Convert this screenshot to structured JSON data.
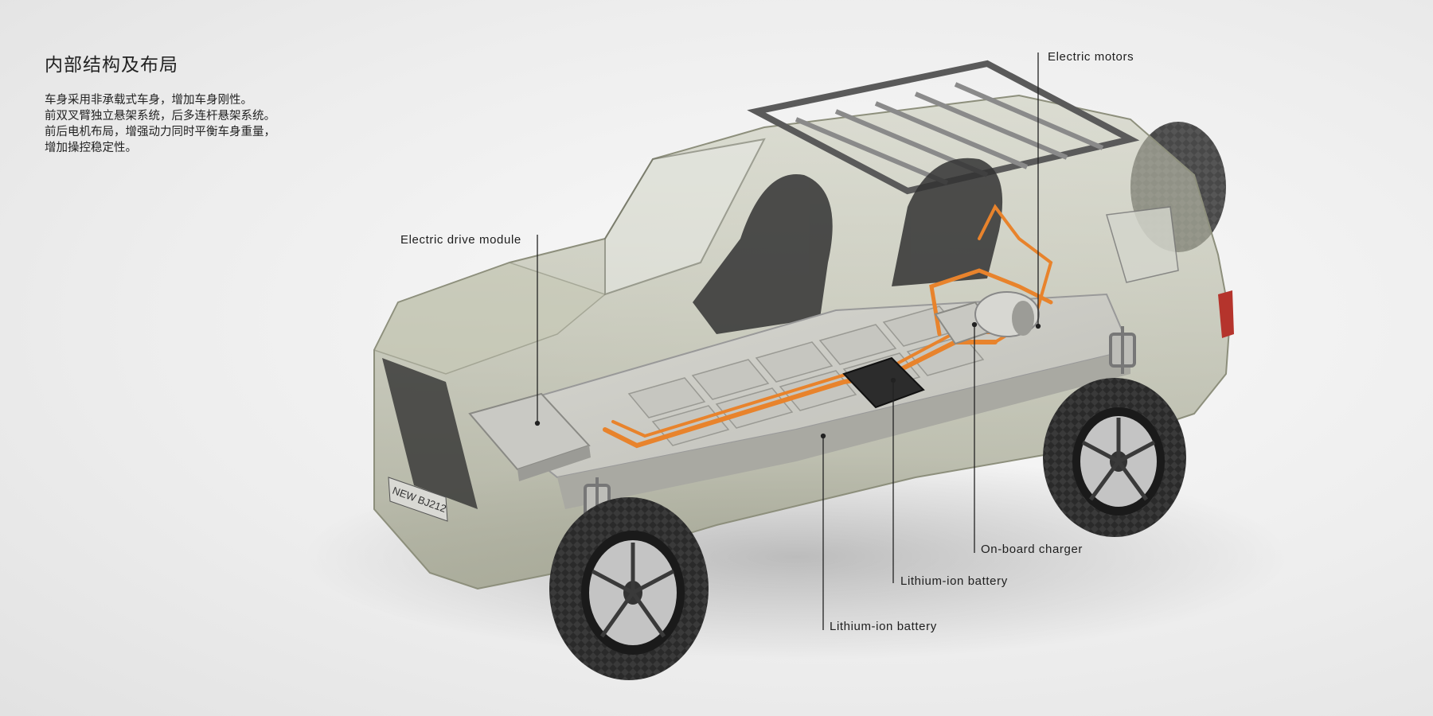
{
  "intro": {
    "title": "内部结构及布局",
    "lines": [
      "车身采用非承载式车身，增加车身刚性。",
      "前双叉臂独立悬架系统，后多连杆悬架系统。",
      "前后电机布局，增强动力同时平衡车身重量，",
      "增加操控稳定性。"
    ]
  },
  "callouts": {
    "electric_motors": "Electric motors",
    "electric_drive_module": "Electric drive module",
    "onboard_charger": "On-board charger",
    "battery_1": "Lithium-ion battery",
    "battery_2": "Lithium-ion battery"
  },
  "vehicle": {
    "plate": "NEW BJ212",
    "body_color": "#b7b9a3",
    "cable_color": "#e8832c"
  }
}
